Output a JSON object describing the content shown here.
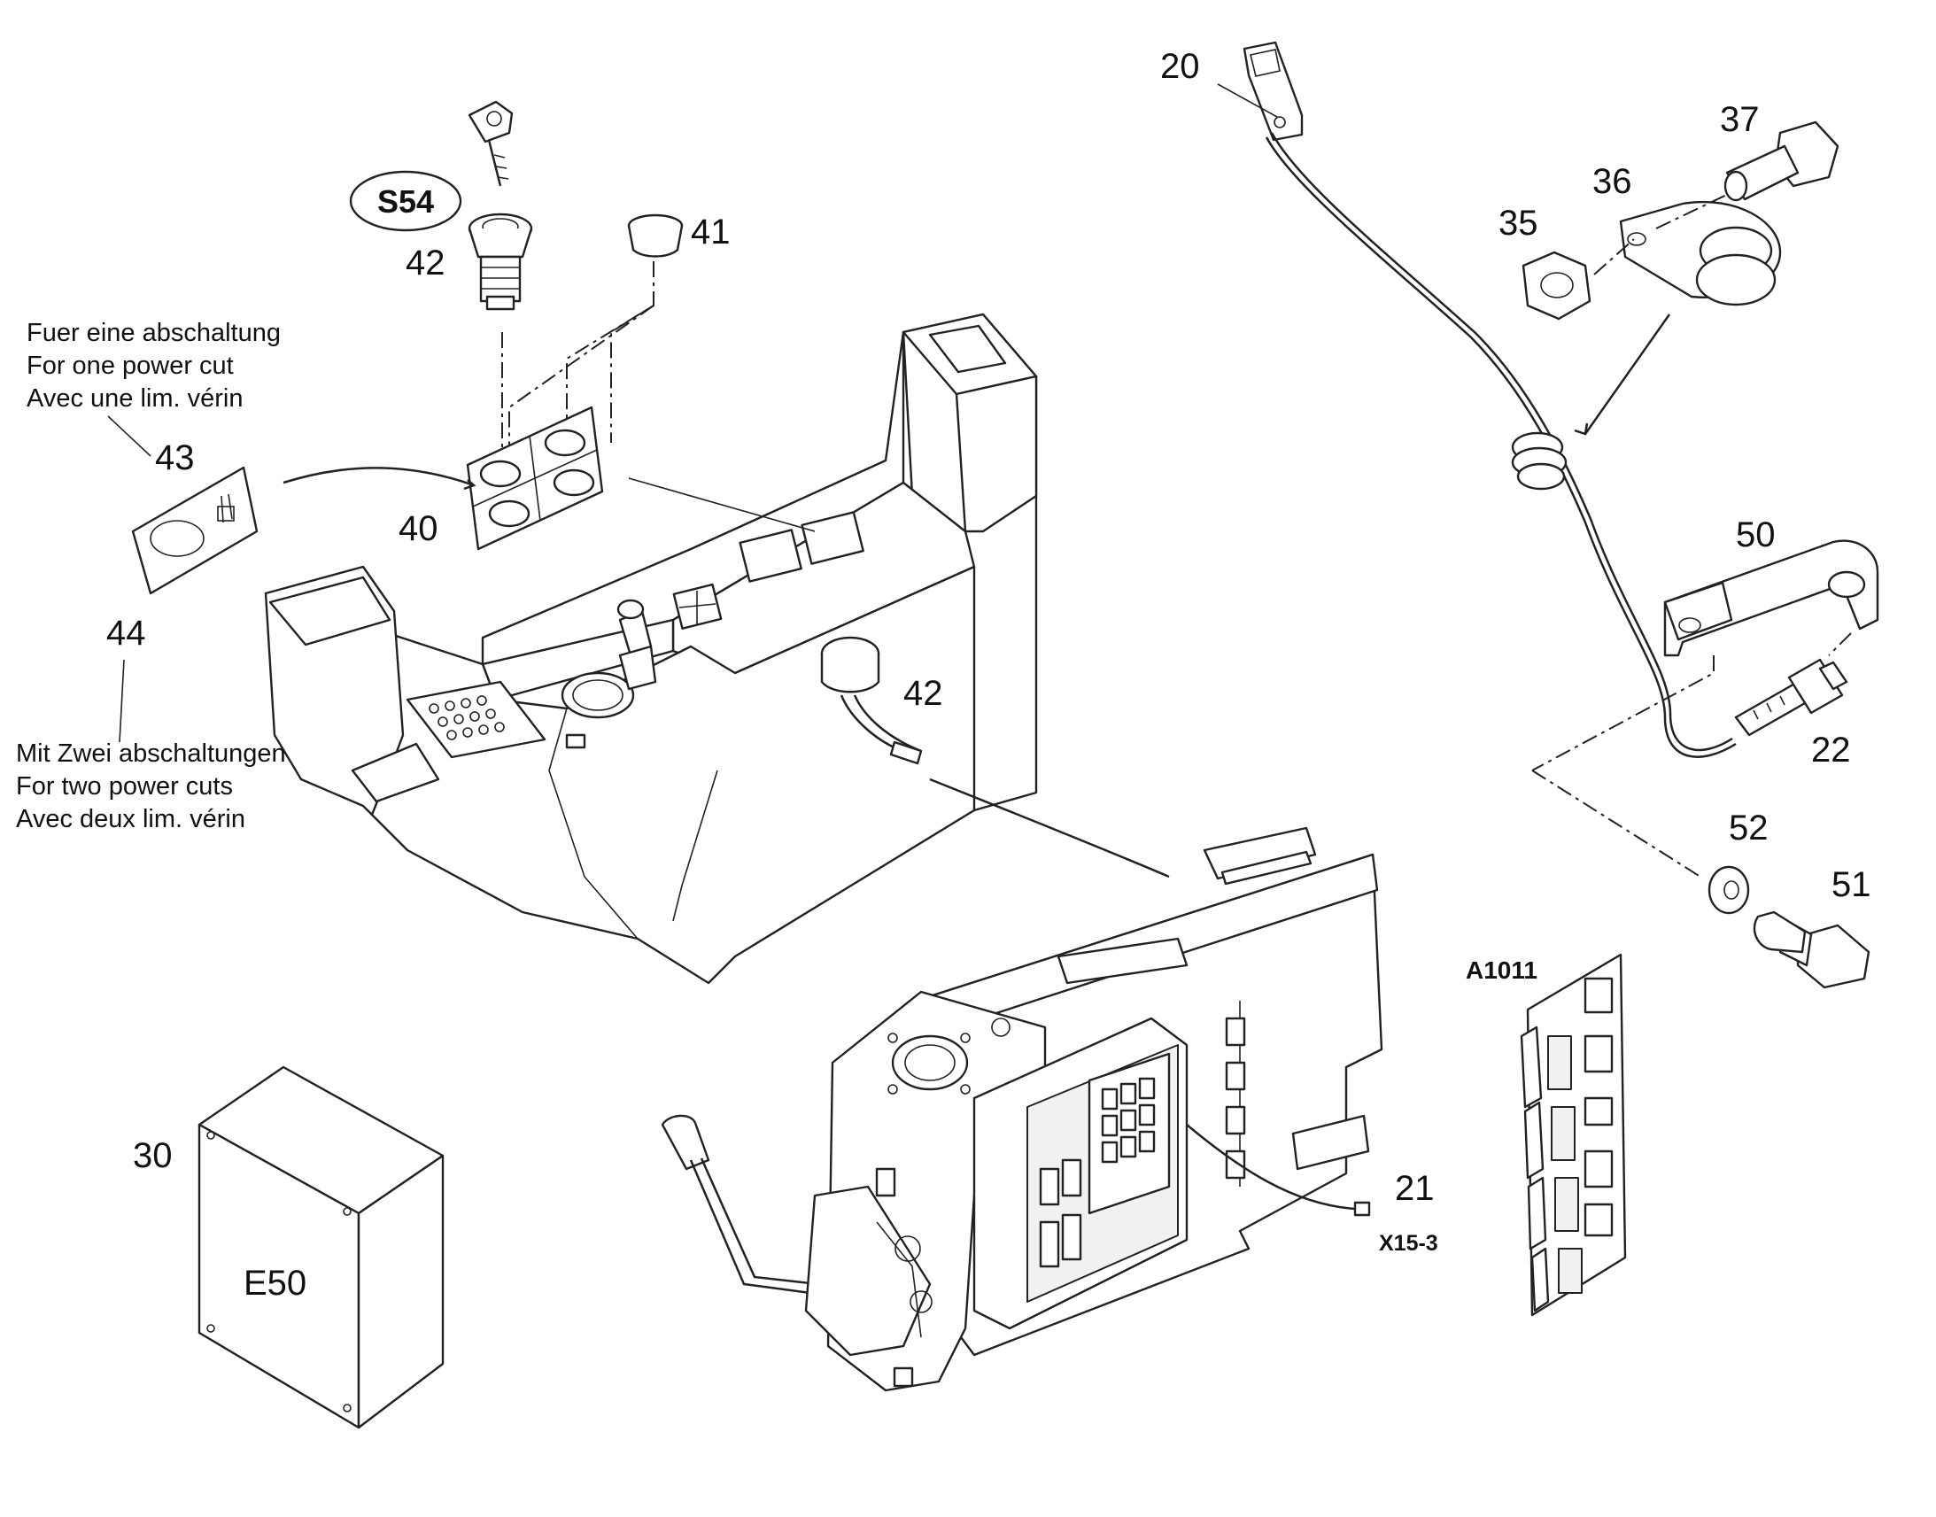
{
  "callouts": {
    "p20": "20",
    "p37": "37",
    "p36": "36",
    "p35": "35",
    "s54": "S54",
    "p42_key": "42",
    "p41": "41",
    "p43": "43",
    "p40": "40",
    "p44": "44",
    "p42_sw": "42",
    "p50": "50",
    "p22": "22",
    "p52": "52",
    "p51": "51",
    "p30": "30",
    "e50": "E50",
    "p21": "21",
    "x15_3": "X15-3",
    "a1011": "A1011"
  },
  "notes": {
    "one_cut": [
      "Fuer eine abschaltung",
      "For one power cut",
      "Avec une lim. vérin"
    ],
    "two_cuts": [
      "Mit Zwei abschaltungen",
      "For two power cuts",
      "Avec deux lim. vérin"
    ]
  }
}
